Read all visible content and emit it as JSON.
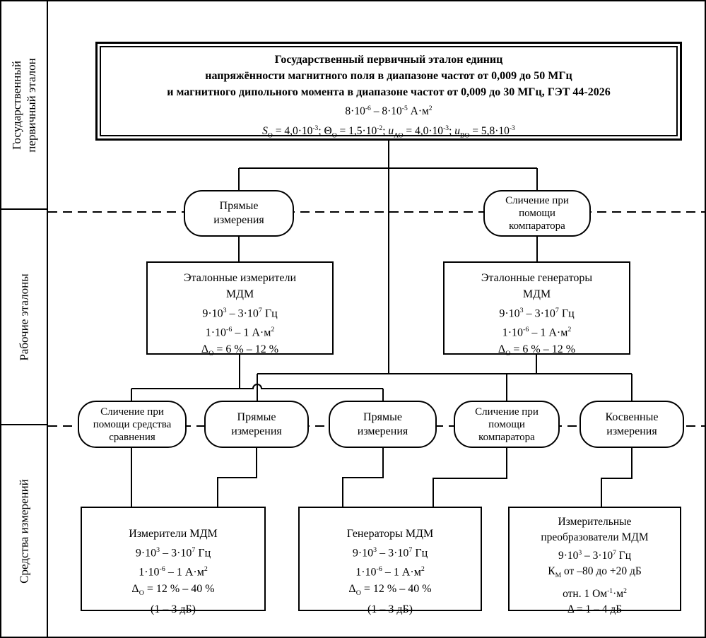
{
  "sidebar": {
    "sections": [
      {
        "label": "Государственный\nпервичный эталон"
      },
      {
        "label": "Рабочие эталоны"
      },
      {
        "label": "Средства измерений"
      }
    ]
  },
  "primary": {
    "title": "Государственный первичный эталон единиц\nнапряжённости магнитного поля в диапазоне частот от 0,009 до 50 МГц\nи магнитного дипольного момента в диапазоне частот от 0,009 до 30 МГц, ГЭТ 44-2026",
    "range_html": "8·10<sup>-6</sup> – 8·10<sup>-5</sup> А·м<sup>2</sup>",
    "uncertainty_html": "<i>S</i><sub>О</sub> = 4,0·10<sup>-3</sup>; Θ<sub>О</sub> = 1,5·10<sup>-2</sup>; <i>u</i><sub>АО</sub> = 4,0·10<sup>-3</sup>; <i>u</i><sub>ВО</sub> = 5,8·10<sup>-3</sup>"
  },
  "methods_top": [
    {
      "label": "Прямые\nизмерения"
    },
    {
      "label": "Сличение при\nпомощи\nкомпаратора"
    }
  ],
  "working": [
    {
      "html": "Эталонные измерители<br>МДМ<br>9·10<sup>3</sup> – 3·10<sup>7</sup> Гц<br>1·10<sup>-6</sup> – 1 А·м<sup>2</sup><br>Δ<sub>О</sub> = 6 % – 12 %"
    },
    {
      "html": "Эталонные генераторы<br>МДМ<br>9·10<sup>3</sup> – 3·10<sup>7</sup> Гц<br>1·10<sup>-6</sup> – 1 А·м<sup>2</sup><br>Δ<sub>О</sub> = 6 % – 12 %"
    }
  ],
  "methods_mid": [
    {
      "label": "Сличение при\nпомощи средства\nсравнения"
    },
    {
      "label": "Прямые\nизмерения"
    },
    {
      "label": "Прямые\nизмерения"
    },
    {
      "label": "Сличение при\nпомощи\nкомпаратора"
    },
    {
      "label": "Косвенные\nизмерения"
    }
  ],
  "instruments": [
    {
      "html": "Измерители МДМ<br>9·10<sup>3</sup> – 3·10<sup>7</sup> Гц<br>1·10<sup>-6</sup> – 1 А·м<sup>2</sup><br>Δ<sub>О</sub> = 12 % – 40 %<br>(1 – 3 дБ)"
    },
    {
      "html": "Генераторы МДМ<br>9·10<sup>3</sup> – 3·10<sup>7</sup> Гц<br>1·10<sup>-6</sup> – 1 А·м<sup>2</sup><br>Δ<sub>О</sub> = 12 % – 40 %<br>(1 – 3 дБ)"
    },
    {
      "html": "Измерительные<br>преобразователи МДМ<br>9·10<sup>3</sup> – 3·10<sup>7</sup> Гц<br>К<sub>М</sub> от –80 до +20 дБ<br>отн. 1 Ом<sup>-1</sup>·м<sup>2</sup><br>Δ = 1 – 4 дБ"
    }
  ],
  "colors": {
    "line": "#000000",
    "background": "#ffffff"
  }
}
